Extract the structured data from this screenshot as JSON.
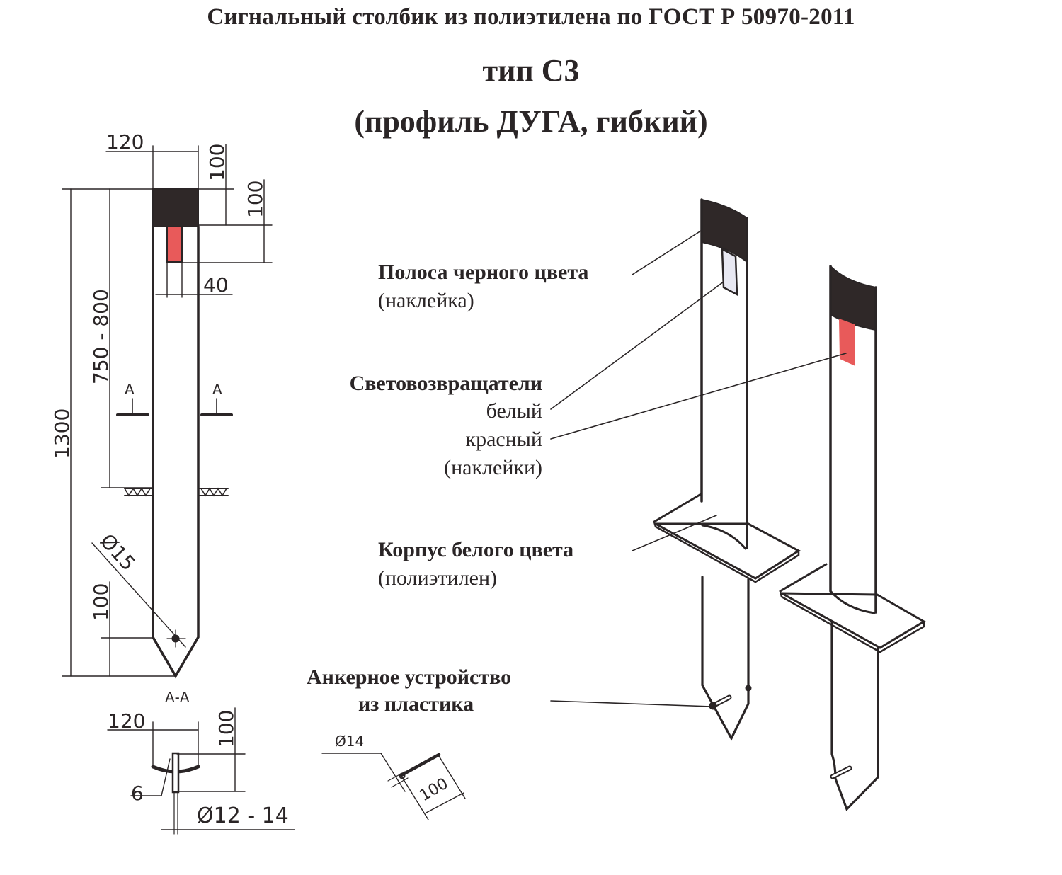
{
  "header": {
    "title": "Сигнальный столбик из полиэтилена по ГОСТ Р 50970-2011",
    "type": "тип С3",
    "profile": "(профиль ДУГА, гибкий)"
  },
  "front_view": {
    "dims": {
      "width_top": "120",
      "black_stripe_height": "100",
      "reflector_height": "100",
      "reflector_width": "40",
      "above_ground": "750 - 800",
      "total_height": "1300",
      "hole_diameter": "Ø15",
      "hole_from_tip": "100"
    },
    "section_mark_left": "A",
    "section_mark_right": "A"
  },
  "section_view": {
    "title": "А-А",
    "dims": {
      "width": "120",
      "depth": "100",
      "thickness": "6",
      "anchor_diameter": "Ø12 - 14"
    }
  },
  "anchor_detail": {
    "diameter": "Ø14",
    "length": "100"
  },
  "callouts": {
    "black_stripe": {
      "title": "Полоса черного цвета",
      "note": "(наклейка)"
    },
    "reflectors": {
      "title": "Световозвращатели",
      "white": "белый",
      "red": "красный",
      "note": "(наклейки)"
    },
    "body": {
      "title": "Корпус белого цвета",
      "note": "(полиэтилен)"
    },
    "anchor": {
      "title": "Анкерное устройство",
      "title2": "из пластика"
    }
  },
  "colors": {
    "ink": "#2a2526",
    "black_stripe": "#2f2828",
    "red_reflector": "#e85a5a",
    "white_reflector": "#e8e8f2"
  }
}
